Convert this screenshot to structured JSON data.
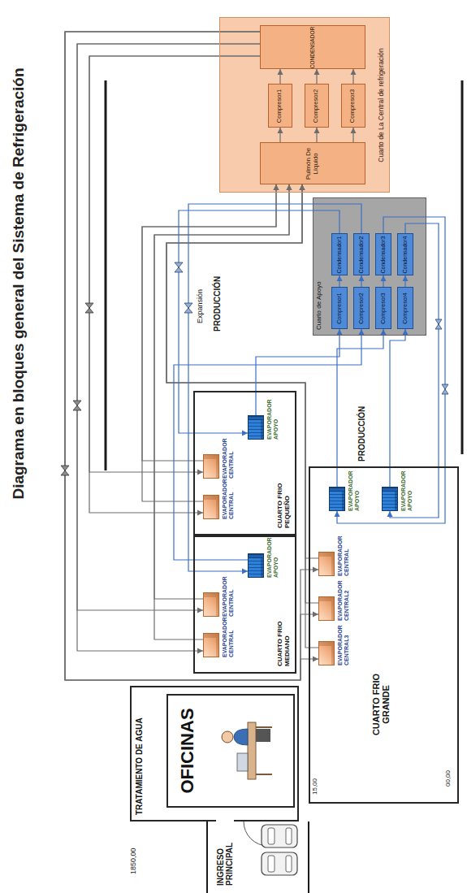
{
  "diagram": {
    "title": "Diagrama en bloques general del Sistema de Refrigeración",
    "nodes": [
      {
        "text": [
          "Cuarto de La Central de refrigeración"
        ]
      },
      {
        "text": [
          "Pulmón De Líquido"
        ],
        "in": 0
      },
      {
        "text": [
          "Compresor1"
        ],
        "in": 0
      },
      {
        "text": [
          "Compresor2"
        ],
        "in": 0
      },
      {
        "text": [
          "Compresor3"
        ],
        "in": 0
      },
      {
        "text": [
          "CONDENSADOR"
        ],
        "in": 0
      },
      {
        "text": [
          "Cuarto de Apoyo"
        ]
      },
      {
        "text": [
          "Compresor1"
        ],
        "in": 6
      },
      {
        "text": [
          "Condensador1"
        ],
        "in": 6
      },
      {
        "text": [
          "Compresor2"
        ],
        "in": 6
      },
      {
        "text": [
          "Condensador2"
        ],
        "in": 6
      },
      {
        "text": [
          "Compresor3"
        ],
        "in": 6
      },
      {
        "text": [
          "Condensador3"
        ],
        "in": 6
      },
      {
        "text": [
          "Compresor4"
        ],
        "in": 6
      },
      {
        "text": [
          "Condensador4"
        ],
        "in": 6
      },
      {
        "text": [
          "CUARTO FRIO PEQUEÑO"
        ]
      },
      {
        "text": [
          "EVAPORADOR CENTRAL"
        ],
        "in": 15
      },
      {
        "text": [
          "EVAPORADOR CENTRAL"
        ],
        "in": 15
      },
      {
        "text": [
          "EVAPORADOR APOYO"
        ],
        "in": 15
      },
      {
        "text": [
          "CUARTO FRIO MEDIANO"
        ]
      },
      {
        "text": [
          "EVAPORADOR CENTRAL"
        ],
        "in": 19
      },
      {
        "text": [
          "EVAPORADOR CENTRAL"
        ],
        "in": 19
      },
      {
        "text": [
          "EVAPORADOR APOYO"
        ],
        "in": 19
      },
      {
        "text": [
          "CUARTO FRIO GRANDE"
        ]
      },
      {
        "text": [
          "EVAPORADOR CENTRAL3"
        ],
        "in": 23
      },
      {
        "text": [
          "EVAPORADOR CENTRAL2"
        ],
        "in": 23
      },
      {
        "text": [
          "EVAPORADOR CENTRAL"
        ],
        "in": 23
      },
      {
        "text": [
          "EVAPORADOR APOYO"
        ],
        "in": 23
      },
      {
        "text": [
          "EVAPORADOR APOYO"
        ],
        "in": 23
      },
      {
        "text": [
          "TRATAMIENTO DE AGUA"
        ]
      },
      {
        "text": [
          "OFICINAS"
        ],
        "in": 29
      }
    ],
    "edges": [
      {
        "from": 1,
        "to": 2,
        "arrow": "to"
      },
      {
        "from": 1,
        "to": 3,
        "arrow": "to"
      },
      {
        "from": 1,
        "to": 4,
        "arrow": "to"
      },
      {
        "from": 2,
        "to": 5,
        "arrow": "to"
      },
      {
        "from": 3,
        "to": 5,
        "arrow": "to"
      },
      {
        "from": 4,
        "to": 5,
        "arrow": "to"
      },
      {
        "from": 5,
        "to": 16,
        "arrow": "to"
      },
      {
        "from": 5,
        "to": 17,
        "arrow": "to"
      },
      {
        "from": 5,
        "to": 20,
        "arrow": "to"
      },
      {
        "from": 5,
        "to": 21,
        "arrow": "to"
      },
      {
        "from": 5,
        "to": 24,
        "arrow": "to"
      },
      {
        "from": 5,
        "to": 25,
        "arrow": "to"
      },
      {
        "from": 5,
        "to": 26,
        "arrow": "to"
      },
      {
        "from": 16,
        "to": 1,
        "arrow": "to"
      },
      {
        "from": 17,
        "to": 1,
        "arrow": "to"
      },
      {
        "from": 20,
        "to": 1,
        "arrow": "to"
      },
      {
        "from": 21,
        "to": 1,
        "arrow": "to"
      },
      {
        "from": 24,
        "to": 1,
        "arrow": "to"
      },
      {
        "from": 25,
        "to": 1,
        "arrow": "to"
      },
      {
        "from": 26,
        "to": 1,
        "arrow": "to"
      },
      {
        "from": 7,
        "to": 8,
        "arrow": "to"
      },
      {
        "from": 9,
        "to": 10,
        "arrow": "to"
      },
      {
        "from": 11,
        "to": 12,
        "arrow": "to"
      },
      {
        "from": 13,
        "to": 14,
        "arrow": "to"
      },
      {
        "from": 8,
        "to": 18,
        "arrow": "to"
      },
      {
        "from": 10,
        "to": 22,
        "arrow": "to"
      },
      {
        "from": 12,
        "to": 27,
        "arrow": "to"
      },
      {
        "from": 14,
        "to": 28,
        "arrow": "to"
      },
      {
        "from": 18,
        "to": 7,
        "arrow": "to"
      },
      {
        "from": 22,
        "to": 9,
        "arrow": "to"
      },
      {
        "from": 27,
        "to": 11,
        "arrow": "to"
      },
      {
        "from": 28,
        "to": 13,
        "arrow": "to"
      }
    ],
    "labels": [
      "PRODUCCIÓN",
      "Expansión",
      "PRODUCCIÓN",
      "INGRESO PRINCIPAL",
      "1850,00",
      "15,00",
      "00,00"
    ]
  }
}
